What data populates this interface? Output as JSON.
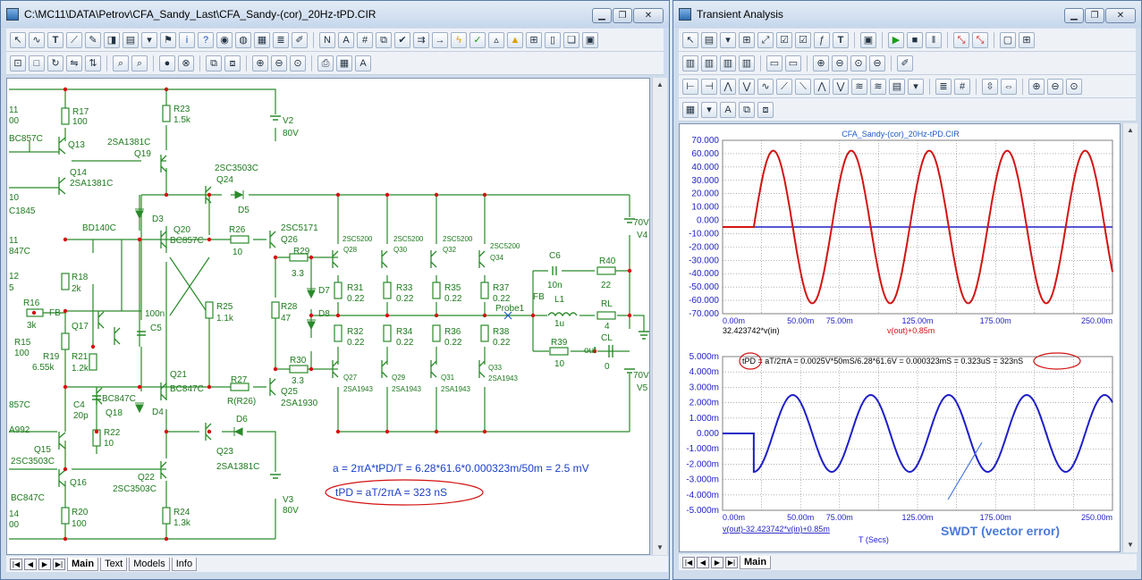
{
  "left_window": {
    "title": "C:\\MC11\\DATA\\Petrov\\CFA_Sandy_Last\\CFA_Sandy-(cor)_20Hz-tPD.CIR",
    "tabs": [
      "Main",
      "Text",
      "Models",
      "Info"
    ],
    "active_tab": "Main",
    "formula_a": "a = 2πA*tPD/T = 6.28*61.6*0.000323m/50m = 2.5 mV",
    "formula_tpd": "tPD = aT/2πA = 323 nS",
    "components": {
      "R17": "R17",
      "R17v": "100",
      "R23": "R23",
      "R23v": "1.5k",
      "V2": "V2",
      "V2v": "80V",
      "Q13": "Q13",
      "Q14": "Q14",
      "Q19": "Q19",
      "Q20": "Q20",
      "Q21": "Q21",
      "Q22": "Q22",
      "Q23": "Q23",
      "Q24": "Q24",
      "Q25": "Q25",
      "Q26": "Q26",
      "Q16": "Q16",
      "Q17": "Q17",
      "Q18": "Q18",
      "Q15": "Q15",
      "BC857C": "BC857C",
      "2SA1381C": "2SA1381C",
      "2SC3503C": "2SC3503C",
      "BD140C": "BD140C",
      "BC847C": "BC847C",
      "2SC5171": "2SC5171",
      "2SA1930": "2SA1930",
      "D3": "D3",
      "D4": "D4",
      "D5": "D5",
      "D6": "D6",
      "D7": "D7",
      "D8": "D8",
      "R26": "R26",
      "R26v": "10",
      "R27": "R27",
      "R27v": "R(R26)",
      "R25": "R25",
      "R25v": "1.1k",
      "R28": "R28",
      "R28v": "47",
      "R29": "R29",
      "R29v": "3.3",
      "R30": "R30",
      "R30v": "3.3",
      "R18": "R18",
      "R18v": "2k",
      "R16": "R16",
      "R16v": "3k",
      "FB": "FB",
      "R15": "R15",
      "R15v": "100",
      "R19": "R19",
      "R19v": "6.55k",
      "R21": "R21",
      "R21v": "1.2k",
      "C4": "C4",
      "C4v": "20p",
      "R22": "R22",
      "R22v": "10",
      "C5": "C5",
      "C5v": "100n",
      "R20": "R20",
      "R20v": "100",
      "R24": "R24",
      "R24v": "1.3k",
      "V3": "V3",
      "V3v": "80V",
      "Q28": "Q28",
      "Q30": "Q30",
      "Q32": "Q32",
      "Q34": "Q34",
      "Q27": "Q27",
      "Q29": "Q29",
      "Q31": "Q31",
      "Q33": "Q33",
      "2SC5200": "2SC5200",
      "2SA1943": "2SA1943",
      "R31": "R31",
      "R33": "R33",
      "R35": "R35",
      "R37": "R37",
      "R32": "R32",
      "R34": "R34",
      "R36": "R36",
      "R38": "R38",
      "Rv": "0.22",
      "C6": "C6",
      "C6v": "10n",
      "R40": "R40",
      "R40v": "22",
      "L1": "L1",
      "L1v": "1u",
      "RL": "RL",
      "RLv": "4",
      "R39": "R39",
      "R39v": "10",
      "CL": "CL",
      "CLv": "0",
      "out": "out",
      "Probe1": "Probe1",
      "V4": "V4",
      "V4v": "70V",
      "V5": "V5",
      "V5v": "70V",
      "edge1": "11",
      "edge2": "00",
      "edge3": "10",
      "edge4": "C1845",
      "edge5": "11",
      "edge6": "847C",
      "edge7": "12",
      "edge8": "5",
      "edge9": "857C",
      "edge10": "A992",
      "edge11": "BC847C",
      "edge12": "14",
      "edge13": "00"
    }
  },
  "right_window": {
    "title": "Transient Analysis",
    "tabs": [
      "Main"
    ],
    "plot_title": "CFA_Sandy-(cor)_20Hz-tPD.CIR",
    "top_plot": {
      "y_ticks": [
        "70.000",
        "60.000",
        "40.000",
        "30.000",
        "20.000",
        "10.000",
        "0.000",
        "-10.000",
        "-20.000",
        "-30.000",
        "-40.000",
        "-50.000",
        "-60.000",
        "-70.000"
      ],
      "x_ticks": [
        "0.00m",
        "50.00m",
        "75.00m",
        "125.00m",
        "175.00m",
        "250.00m"
      ],
      "expr_blue": "32.423742*v(in)",
      "expr_red": "v(out)+0.85m"
    },
    "bottom_plot": {
      "y_ticks": [
        "5.000m",
        "4.000m",
        "3.000m",
        "2.000m",
        "1.000m",
        "0.000",
        "-1.000m",
        "-2.000m",
        "-3.000m",
        "-4.000m",
        "-5.000m"
      ],
      "x_ticks": [
        "0.00m",
        "50.00m",
        "75.00m",
        "125.00m",
        "175.00m",
        "250.00m"
      ],
      "expr": "v(out)-32.423742*v(in)+0.85m",
      "xlabel": "T (Secs)",
      "annotation": "tPD = aT/2πA = 0.0025V*50mS/6.28*61.6V = 0.000323mS = 0.323uS = 323nS",
      "swdt_label": "SWDT (vector error)"
    }
  },
  "chart_data": [
    {
      "type": "line",
      "title": "CFA_Sandy-(cor)_20Hz-tPD.CIR",
      "xlabel": "",
      "ylabel": "",
      "xlim": [
        0,
        250
      ],
      "ylim": [
        -70,
        70
      ],
      "series": [
        {
          "name": "32.423742*v(in)",
          "color": "#1e1ec8",
          "x": [
            0,
            250
          ],
          "y": [
            0,
            0
          ]
        },
        {
          "name": "v(out)+0.85m",
          "color": "#d21414",
          "signal": {
            "type": "sine_burst",
            "start": 20,
            "end": 250,
            "period": 50,
            "amplitude": 61.6
          }
        }
      ]
    },
    {
      "type": "line",
      "title": "",
      "xlabel": "T (Secs)",
      "ylabel": "",
      "xlim": [
        0,
        250
      ],
      "ylim": [
        -5,
        5
      ],
      "series": [
        {
          "name": "v(out)-32.423742*v(in)+0.85m",
          "color": "#1e1ec8",
          "signal": {
            "type": "cosine_burst",
            "start": 20,
            "end": 250,
            "period": 50,
            "amplitude": 2.5,
            "offset_at_start": -2.5
          }
        }
      ]
    }
  ]
}
